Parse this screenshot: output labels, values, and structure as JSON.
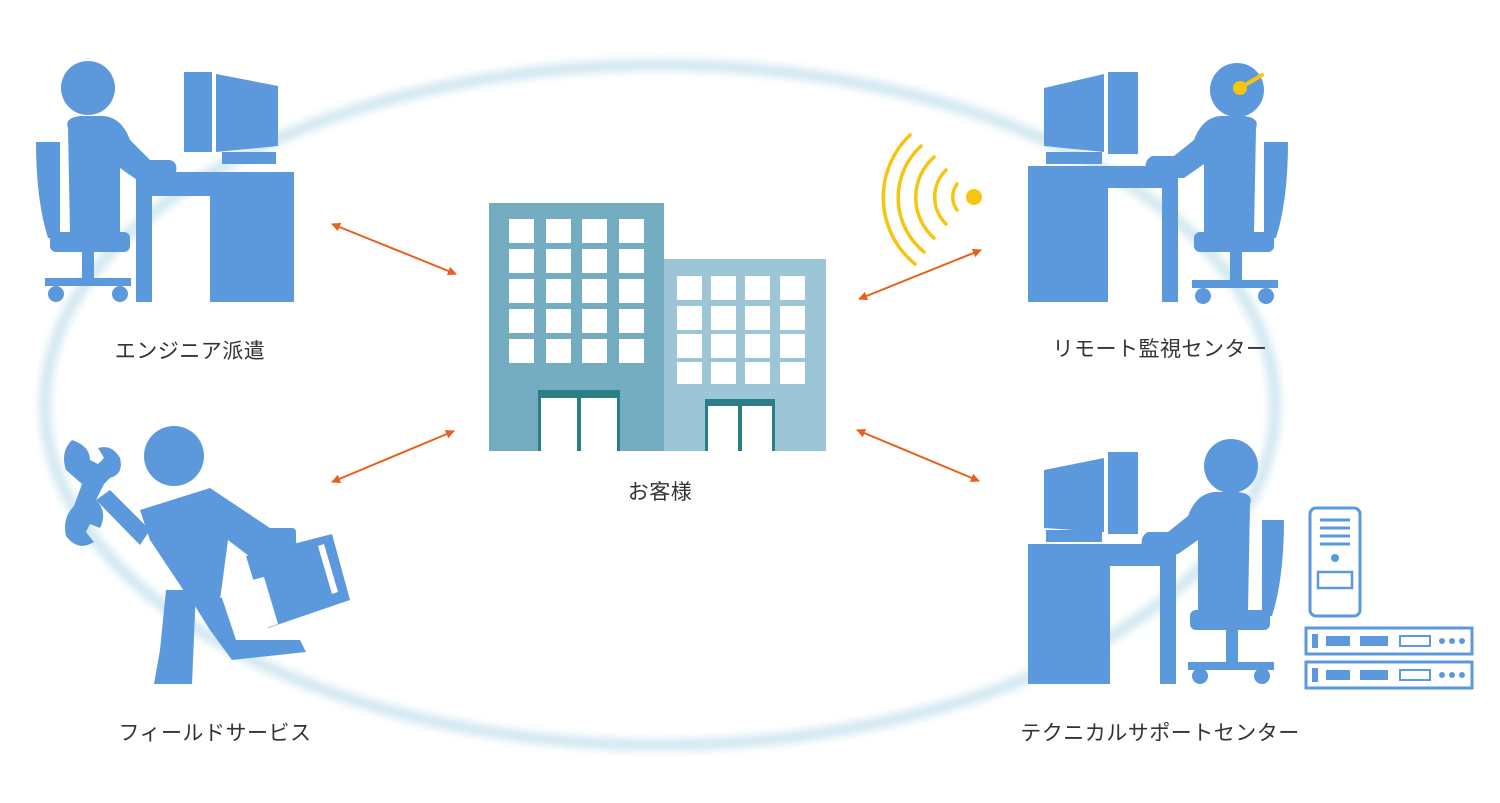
{
  "labels": {
    "engineer": "エンジニア派遣",
    "customer": "お客様",
    "remote": "リモート監視センター",
    "field": "フィールドサービス",
    "support": "テクニカルサポートセンター"
  },
  "colors": {
    "figure": "#5b99dc",
    "building_dark": "#74adc2",
    "building_light": "#9cc6d5",
    "door_frame": "#2a7f86",
    "arrow": "#e8601c",
    "signal": "#f5c50f",
    "ring": "#d3e8f1"
  },
  "icons": [
    "engineer-at-desk-icon",
    "building-icon",
    "operator-headset-icon",
    "field-technician-icon",
    "support-desk-icon",
    "server-rack-icon",
    "wireless-signal-icon"
  ]
}
